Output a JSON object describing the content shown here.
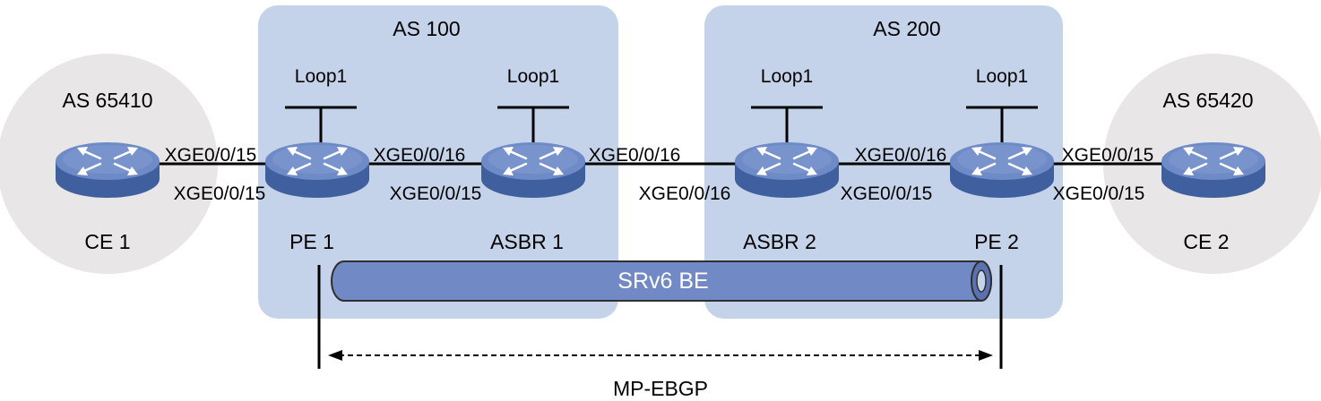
{
  "colors": {
    "as_box": "#c5d3ea",
    "customer_site": "#e8e6e6",
    "router_top": "#6f8bc7",
    "router_side": "#3f5f9f",
    "tunnel": "#7189c4",
    "tunnel_stroke": "#2f2f2f"
  },
  "as_groups": [
    {
      "id": "as100",
      "label": "AS 100"
    },
    {
      "id": "as200",
      "label": "AS 200"
    }
  ],
  "sites": [
    {
      "id": "site1",
      "label": "AS 65410"
    },
    {
      "id": "site2",
      "label": "AS 65420"
    }
  ],
  "devices": [
    {
      "id": "ce1",
      "name": "CE 1",
      "icon": "router-icon"
    },
    {
      "id": "pe1",
      "name": "PE 1",
      "icon": "router-icon",
      "loopback": "Loop1"
    },
    {
      "id": "asbr1",
      "name": "ASBR 1",
      "icon": "router-icon",
      "loopback": "Loop1"
    },
    {
      "id": "asbr2",
      "name": "ASBR 2",
      "icon": "router-icon",
      "loopback": "Loop1"
    },
    {
      "id": "pe2",
      "name": "PE 2",
      "icon": "router-icon",
      "loopback": "Loop1"
    },
    {
      "id": "ce2",
      "name": "CE 2",
      "icon": "router-icon"
    }
  ],
  "links": [
    {
      "id": "ce1-pe1",
      "from_if": "XGE0/0/15",
      "to_if": "XGE0/0/15"
    },
    {
      "id": "pe1-asbr1",
      "from_if": "XGE0/0/16",
      "to_if": "XGE0/0/15"
    },
    {
      "id": "asbr1-asbr2",
      "from_if": "XGE0/0/16",
      "to_if": "XGE0/0/16"
    },
    {
      "id": "asbr2-pe2",
      "from_if": "XGE0/0/15",
      "to_if": "XGE0/0/16"
    },
    {
      "id": "pe2-ce2",
      "from_if": "XGE0/0/15",
      "to_if": "XGE0/0/15"
    }
  ],
  "tunnel": {
    "label": "SRv6 BE"
  },
  "session": {
    "label": "MP-EBGP"
  }
}
